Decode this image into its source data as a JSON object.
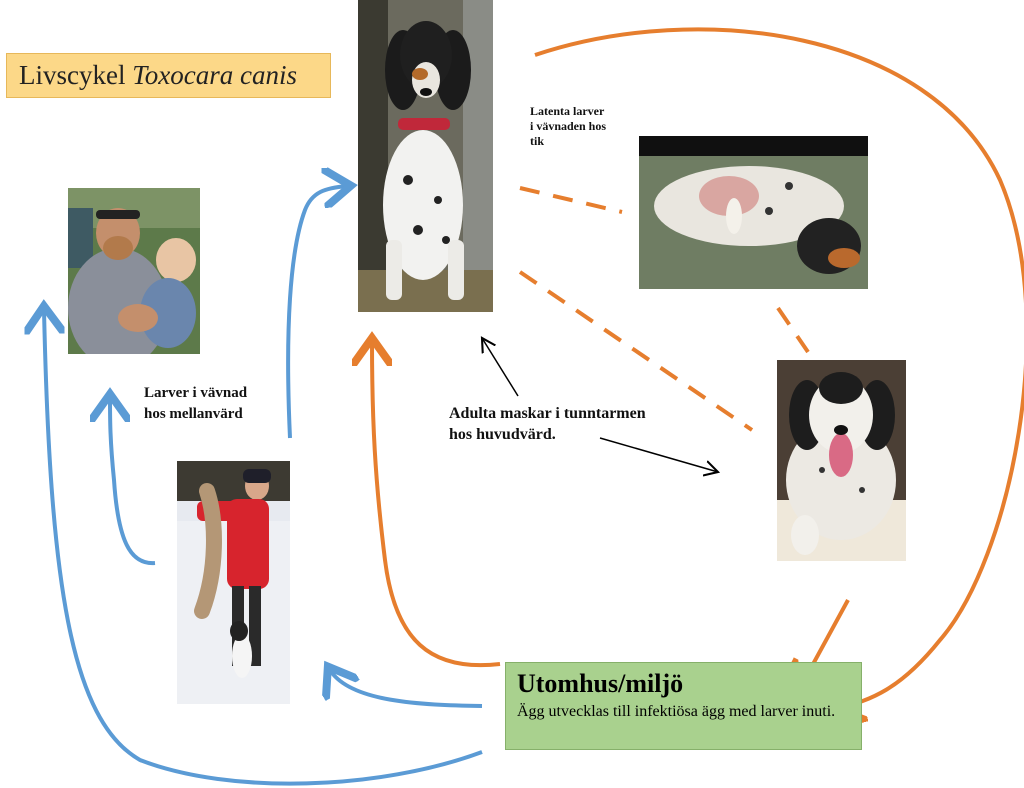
{
  "title": {
    "prefix": "Livscykel",
    "species": "Toxocara canis"
  },
  "labels": {
    "latent": [
      "Latenta larver",
      "i vävnaden hos",
      "tik"
    ],
    "intermediate": [
      "Larver i vävnad",
      "hos mellanvärd"
    ],
    "adult": [
      "Adulta maskar i tunntarmen",
      "hos huvudvärd."
    ]
  },
  "environment": {
    "title": "Utomhus/miljö",
    "text": "Ägg utvecklas till infektiösa ägg med larver inuti."
  },
  "colors": {
    "orange": "#e67e2e",
    "blue": "#5b9bd5",
    "dark": "#000000"
  }
}
